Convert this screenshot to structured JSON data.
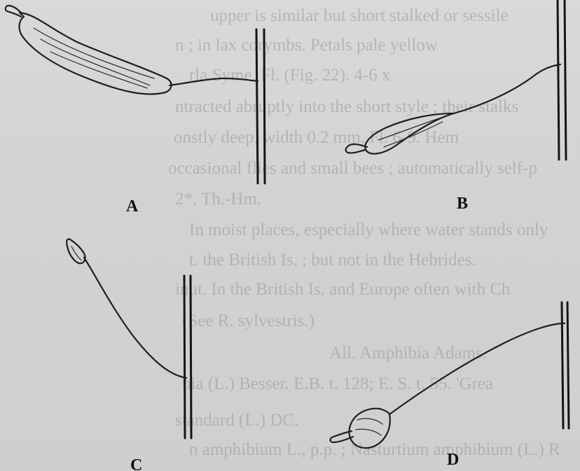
{
  "panels": [
    {
      "label": "A"
    },
    {
      "label": "B"
    },
    {
      "label": "C"
    },
    {
      "label": "D"
    }
  ],
  "background_text": [
    "upper is similar but short stalked or sessile",
    "n ; in lax corymbs. Petals pale yellow",
    "rla Syme. Fl. (Fig. 22). 4-6 x",
    "ntracted abruptly into the short style ; their stalks",
    "onstly deep, width 0.2 mm. Fl. 6-9. Hem",
    "occasional flies and small bees ; automatically self-p",
    "2*. Th.-Hm.",
    "In moist places, especially where water stands only",
    "t. the British Is. ; but not in the Hebrides.",
    "inut. In the British Is. and Europe often with Ch",
    "(See R. sylvestris.)",
    "All. Amphibia Adams.",
    "bia (L.) Besser. E.B. t. 128; E. S. t. 55. 'Grea",
    "standard (L.) DC.",
    "n amphibium L., p.p. ; Nasturtium amphibium (L.) R"
  ],
  "colors": {
    "paper": "#d4d4d4",
    "ink": "#1e1e1e",
    "show_through": "#9a9a9a"
  }
}
